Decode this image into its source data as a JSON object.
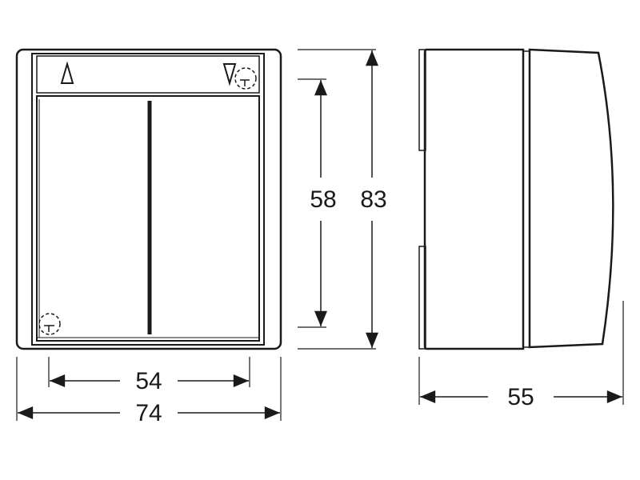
{
  "dimensions": {
    "inner_width": "54",
    "outer_width": "74",
    "inner_height": "58",
    "outer_height": "83",
    "depth": "55"
  },
  "colors": {
    "line": "#1a1a1a",
    "panel_fill": "#efefef",
    "background": "#ffffff"
  },
  "icons": {
    "up_arrow": "triangle-up-outline",
    "down_arrow": "triangle-down-outline",
    "lock_top": "dashed-circle-screw",
    "lock_bottom": "dashed-circle-screw"
  }
}
